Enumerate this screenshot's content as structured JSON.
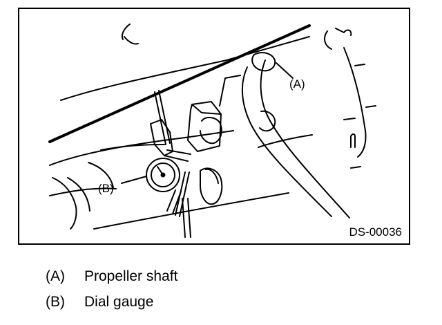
{
  "figure": {
    "callouts": [
      {
        "id": "A",
        "label": "(A)"
      },
      {
        "id": "B",
        "label": "(B)"
      }
    ],
    "code": "DS-00036"
  },
  "legend": [
    {
      "key": "(A)",
      "text": "Propeller shaft"
    },
    {
      "key": "(B)",
      "text": "Dial gauge"
    }
  ]
}
